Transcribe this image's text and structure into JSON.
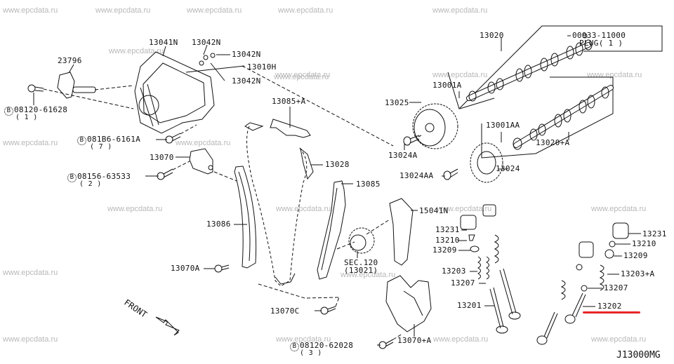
{
  "watermark": "www.epcdata.ru",
  "diagram_code": "J13000MG",
  "front_label": "FRONT",
  "highlight_color": "#e8262a",
  "highlighted_part": "13202",
  "parts": {
    "p23796": "23796",
    "p13041N": "13041N",
    "p13042N_a": "13042N",
    "p13042N_b": "13042N",
    "p13042N_c": "13042N",
    "p13010H": "13010H",
    "bolt_08120_61628": "08120-61628",
    "bolt_08120_61628_qty": "( 1 )",
    "bolt_081B6_6161A": "081B6-6161A",
    "bolt_081B6_6161A_qty": "( 7 )",
    "p13070": "13070",
    "bolt_08156_63533": "08156-63533",
    "bolt_08156_63533_qty": "( 2 )",
    "p13086": "13086",
    "p13070A": "13070A",
    "p13085A": "13085+A",
    "p13028": "13028",
    "p13085": "13085",
    "sec120": "SEC.120",
    "sec120_ref": "(13021)",
    "p13070C": "13070C",
    "bolt_08120_62028": "08120-62028",
    "bolt_08120_62028_qty": "( 3 )",
    "p13070plusA": "13070+A",
    "p15041N": "15041N",
    "p13020": "13020",
    "plug_code": "00933-11000",
    "plug_label": "PLUG( 1 )",
    "p13001A": "13001A",
    "p13025": "13025",
    "p13024A": "13024A",
    "p13001AA": "13001AA",
    "p13020plusA": "13020+A",
    "p13024AA": "13024AA",
    "p13024": "13024",
    "left_13231": "13231",
    "left_13210": "13210",
    "left_13209": "13209",
    "left_13203": "13203",
    "left_13207": "13207",
    "left_13201": "13201",
    "right_13231": "13231",
    "right_13210": "13210",
    "right_13209": "13209",
    "right_13203A": "13203+A",
    "right_13207": "13207",
    "right_13202": "13202"
  },
  "bolt_marker": "B"
}
